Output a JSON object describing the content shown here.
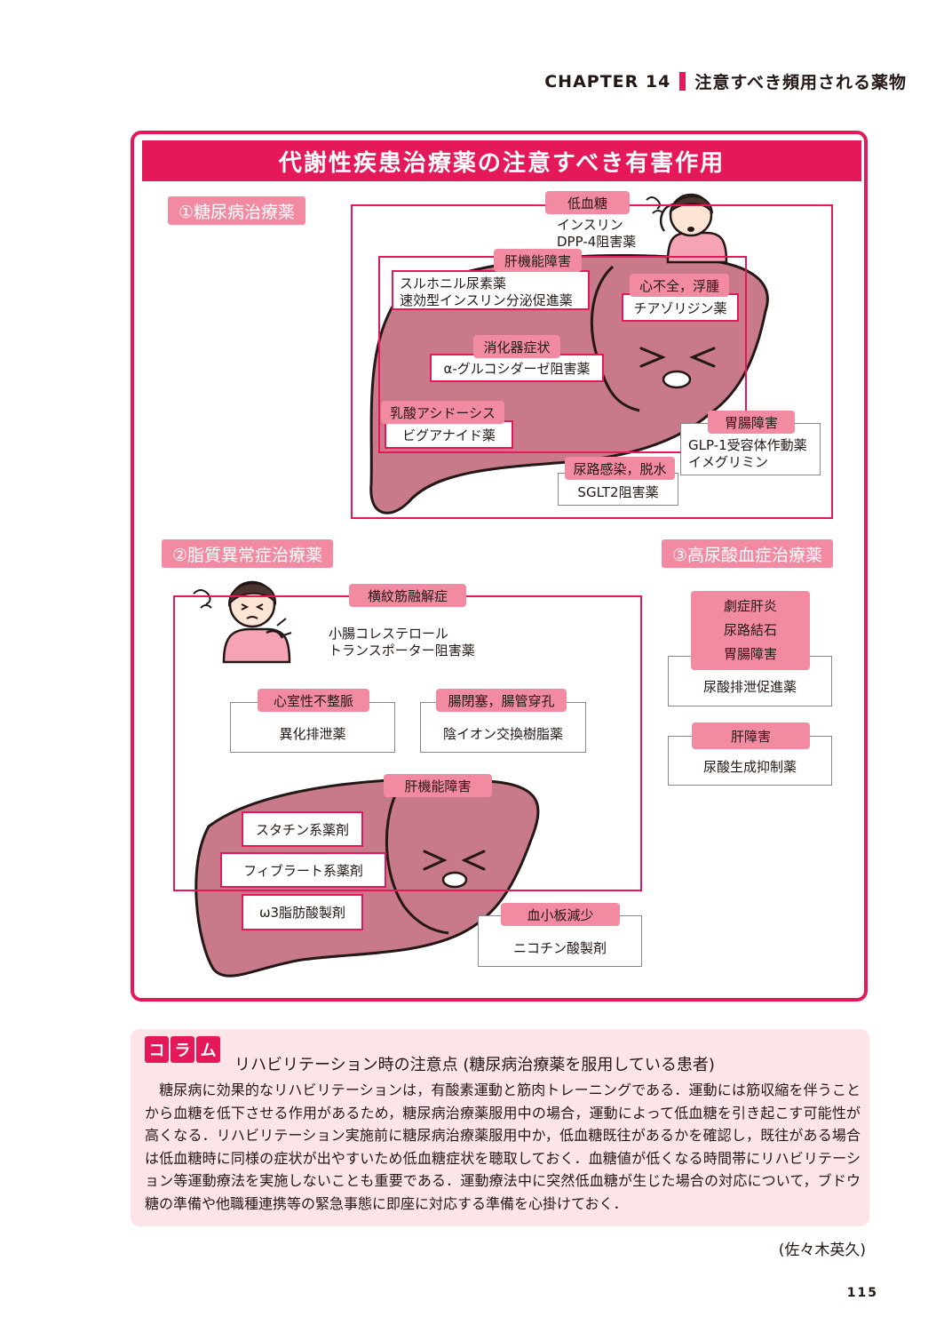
{
  "header": {
    "chapter": "CHAPTER 14",
    "chapter_title": "注意すべき頻用される薬物"
  },
  "figure": {
    "title": "代謝性疾患治療薬の注意すべき有害作用",
    "diabetes": {
      "heading": "①糖尿病治療薬",
      "hypoglycemia": {
        "label": "低血糖",
        "drugs": [
          "インスリン",
          "DPP-4阻害薬"
        ]
      },
      "liver": {
        "label": "肝機能障害",
        "drugs": [
          "スルホニル尿素薬",
          "速効型インスリン分泌促進薬"
        ]
      },
      "heart": {
        "label": "心不全，浮腫",
        "drug": "チアゾリジン薬"
      },
      "digestive": {
        "label": "消化器症状",
        "drug": "α-グルコシダーゼ阻害薬"
      },
      "lactic": {
        "label": "乳酸アシドーシス",
        "drug": "ビグアナイド薬"
      },
      "gi": {
        "label": "胃腸障害",
        "drugs": [
          "GLP-1受容体作動薬",
          "イメグリミン"
        ]
      },
      "uti": {
        "label": "尿路感染，脱水",
        "drug": "SGLT2阻害薬"
      }
    },
    "lipid": {
      "heading": "②脂質異常症治療薬",
      "rhabdo": {
        "label": "横紋筋融解症",
        "drugs": [
          "小腸コレステロール",
          "トランスポーター阻害薬"
        ]
      },
      "arrhythmia": {
        "label": "心室性不整脈",
        "drug": "異化排泄薬"
      },
      "ileus": {
        "label": "腸閉塞，腸管穿孔",
        "drug": "陰イオン交換樹脂薬"
      },
      "liver": {
        "label": "肝機能障害",
        "drugs": [
          "スタチン系薬剤",
          "フィブラート系薬剤",
          "ω3脂肪酸製剤"
        ]
      },
      "platelet": {
        "label": "血小板減少",
        "drug": "ニコチン酸製剤"
      }
    },
    "uric": {
      "heading": "③高尿酸血症治療薬",
      "excretion": {
        "labels": [
          "劇症肝炎",
          "尿路結石",
          "胃腸障害"
        ],
        "drug": "尿酸排泄促進薬"
      },
      "synthesis": {
        "label": "肝障害",
        "drug": "尿酸生成抑制薬"
      }
    }
  },
  "column": {
    "tags": [
      "コ",
      "ラ",
      "ム"
    ],
    "title": "リハビリテーション時の注意点 (糖尿病治療薬を服用している患者)",
    "body": "　糖尿病に効果的なリハビリテーションは，有酸素運動と筋肉トレーニングである．運動には筋収縮を伴うことから血糖を低下させる作用があるため，糖尿病治療薬服用中の場合，運動によって低血糖を引き起こす可能性が高くなる．リハビリテーション実施前に糖尿病治療薬服用中か，低血糖既往があるかを確認し，既往がある場合は低血糖時に同様の症状が出やすいため低血糖症状を聴取しておく．血糖値が低くなる時間帯にリハビリテーション等運動療法を実施しないことも重要である．運動療法中に突然低血糖が生じた場合の対応について，ブドウ糖の準備や他職種連携等の緊急事態に即座に対応する準備を心掛けておく．",
    "author": "(佐々木英久)"
  },
  "page_number": "115",
  "colors": {
    "accent": "#e5195a",
    "tag": "#f28ba2",
    "liver": "#c8798a",
    "column_bg": "#fce4e8"
  }
}
